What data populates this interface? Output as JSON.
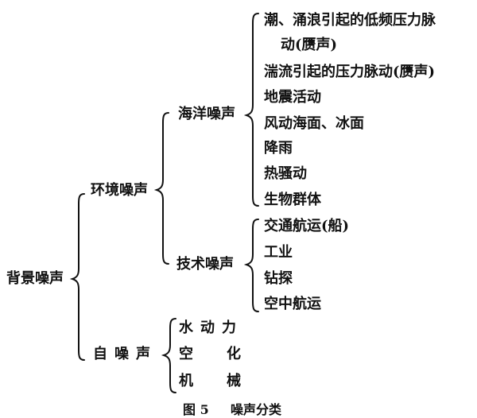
{
  "root": {
    "label": "背景噪声"
  },
  "environment": {
    "label": "环境噪声"
  },
  "self_noise": {
    "label": "自噪声"
  },
  "ocean": {
    "label": "海洋噪声",
    "items": [
      "潮、涌浪引起的低频压力脉",
      "动(赝声)",
      "湍流引起的压力脉动(赝声)",
      "地震活动",
      "风动海面、冰面",
      "降雨",
      "热骚动",
      "生物群体"
    ]
  },
  "technical": {
    "label": "技术噪声",
    "items": [
      "交通航运(船)",
      "工业",
      "钻探",
      "空中航运"
    ]
  },
  "self_items": {
    "hydrodynamic": "水动力",
    "cavitation_a": "空",
    "cavitation_b": "化",
    "mechanical_a": "机",
    "mechanical_b": "械"
  },
  "caption": {
    "number": "图 5",
    "title": "噪声分类"
  }
}
